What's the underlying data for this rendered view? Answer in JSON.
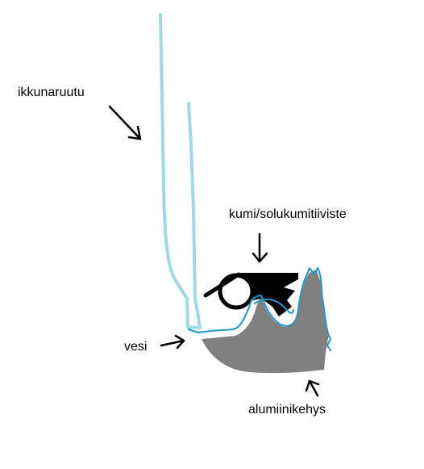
{
  "labels": {
    "glass": "ikkunaruutu",
    "seal": "kumi/solukumitiiviste",
    "water": "vesi",
    "frame": "alumiinikehys"
  },
  "colors": {
    "glass": "#9fd9e4",
    "water": "#1e96c8",
    "seal": "#000000",
    "frame": "#808080",
    "arrow": "#000000",
    "background": "#ffffff"
  },
  "icons": {
    "arrow": "hand-drawn-arrow"
  }
}
